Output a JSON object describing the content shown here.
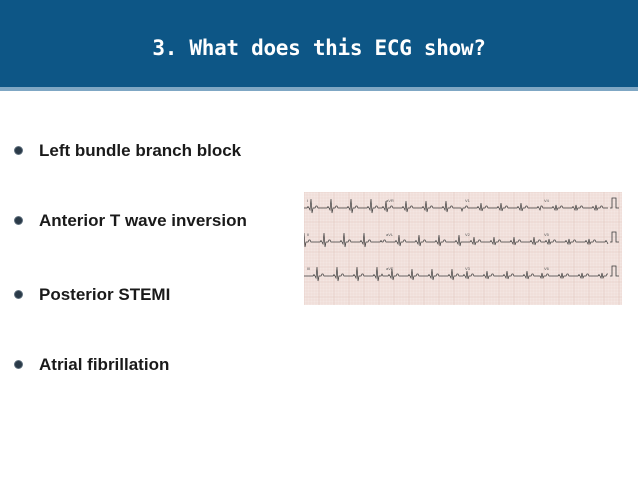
{
  "slide": {
    "title": "3. What does this ECG show?",
    "options": [
      {
        "label": "Left bundle branch block"
      },
      {
        "label": "Anterior T wave inversion"
      },
      {
        "label": "Posterior STEMI"
      },
      {
        "label": "Atrial fibrillation"
      }
    ]
  },
  "ecg_leads": [
    "I",
    "aVR",
    "V1",
    "V4",
    "II",
    "aVL",
    "V2",
    "V5",
    "III",
    "aVF",
    "V3",
    "V6"
  ],
  "colors": {
    "header_bg": "#0d5686",
    "header_border": "#7fa7c4",
    "title_text": "#ffffff",
    "body_text": "#1a1a1a",
    "ecg_paper": "#f3e6e2",
    "ecg_grid": "#e2c3bd",
    "ecg_trace": "#3b3b3b"
  }
}
